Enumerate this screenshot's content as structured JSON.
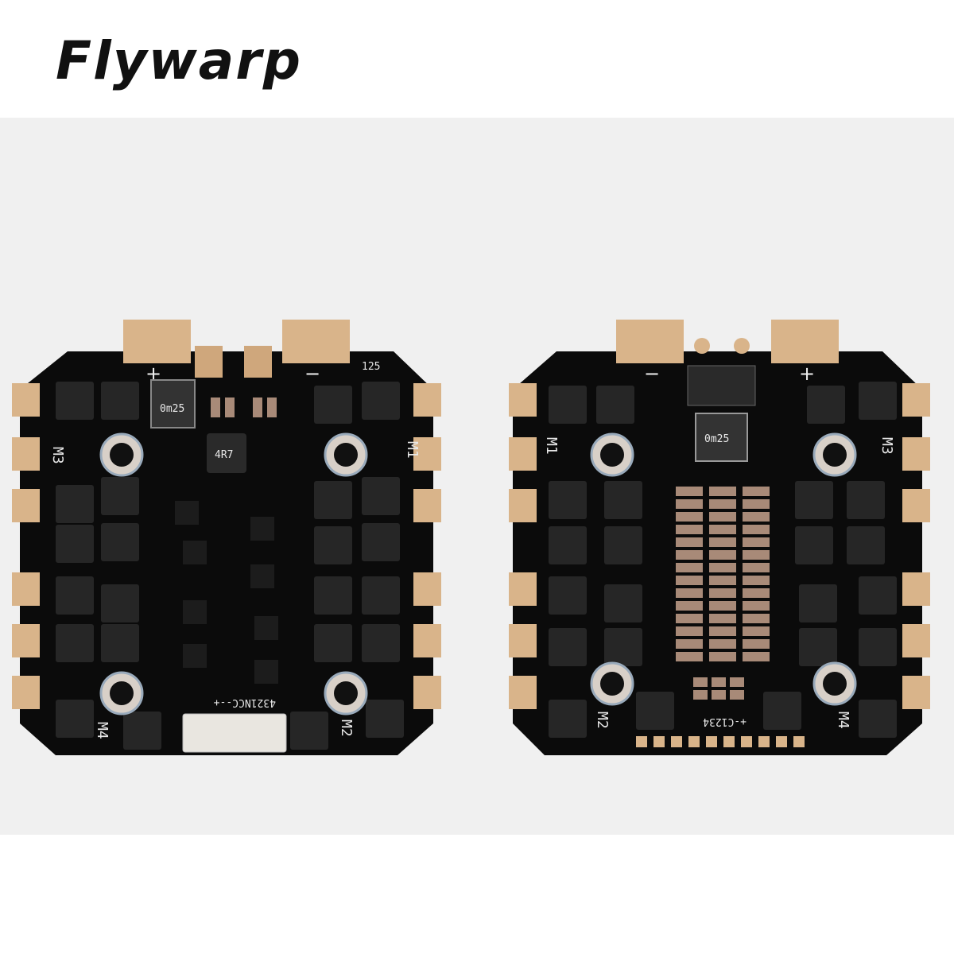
{
  "brand": {
    "logo_text": "Flywarp"
  },
  "boards": [
    {
      "side": "top",
      "labels": {
        "pad_plus": "+",
        "pad_minus": "−",
        "m1": "M1",
        "m2": "M2",
        "m3": "M3",
        "m4": "M4",
        "connector": "4321NCC--+",
        "shunt": "0m25",
        "inductor": "4R7",
        "corner": "125"
      }
    },
    {
      "side": "bottom",
      "labels": {
        "pad_plus": "+",
        "pad_minus": "−",
        "m1": "M1",
        "m2": "M2",
        "m3": "M3",
        "m4": "M4",
        "connector": "+-C1234",
        "shunt": "0m25"
      }
    }
  ],
  "colors": {
    "pcb": "#0b0b0b",
    "gold": "#d9b48a",
    "chip": "#262626",
    "cap": "#a88a78",
    "silk": "#e8e8e8"
  }
}
